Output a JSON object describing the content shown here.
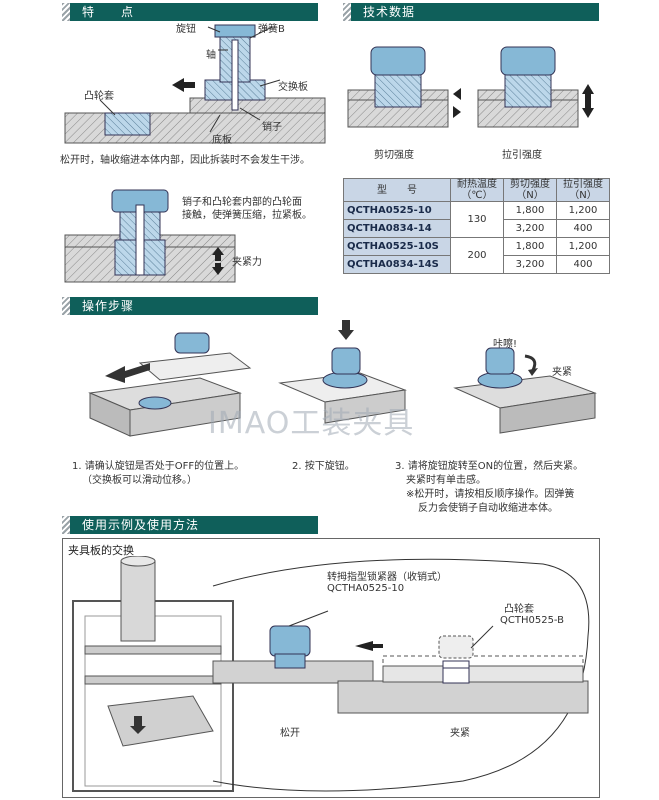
{
  "sections": {
    "features": "特　　点",
    "tech_data": "技术数据",
    "operation": "操作步骤",
    "usage": "使用示例及使用方法"
  },
  "features": {
    "labels": {
      "knob": "旋钮",
      "spring": "弹簧B",
      "shaft": "轴",
      "exchange_plate": "交换板",
      "cam_sleeve": "凸轮套",
      "base_plate": "底板",
      "pin": "销子"
    },
    "note1": "松开时，轴收缩进本体内部，因此拆装时不会发生干涉。",
    "note2_line1": "销子和凸轮套内部的凸轮面",
    "note2_line2": "接触，使弹簧压缩，拉紧板。",
    "clamp_force": "夹紧力"
  },
  "tech": {
    "shear": "剪切强度",
    "tensile": "拉引强度",
    "table": {
      "headers": [
        "型　　号",
        "耐热温度\n（℃）",
        "剪切强度\n（N）",
        "拉引强度\n（N）"
      ],
      "rows": [
        {
          "model": "QCTHA0525-10",
          "temp": "130",
          "shear": "1,800",
          "tensile": "1,200"
        },
        {
          "model": "QCTHA0834-14",
          "temp": "",
          "shear": "3,200",
          "tensile": "400"
        },
        {
          "model": "QCTHA0525-10S",
          "temp": "200",
          "shear": "1,800",
          "tensile": "1,200"
        },
        {
          "model": "QCTHA0834-14S",
          "temp": "",
          "shear": "3,200",
          "tensile": "400"
        }
      ]
    }
  },
  "operation": {
    "click": "咔嚓!",
    "clamp": "夹紧",
    "step1_a": "1. 请确认旋钮是否处于OFF的位置上。",
    "step1_b": "（交换板可以滑动位移。）",
    "step2": "2. 按下旋钮。",
    "step3_a": "3. 请将旋钮旋转至ON的位置，然后夹紧。",
    "step3_b": "夹紧时有单击感。",
    "step3_c": "※松开时，请按相反顺序操作。因弹簧",
    "step3_d": "反力会使销子自动收缩进本体。"
  },
  "watermark": "IMAO工装夹具",
  "usage": {
    "box_title": "夹具板的交换",
    "product_name": "转拇指型锁紧器（收销式）",
    "product_model": "QCTHA0525-10",
    "cam_name": "凸轮套",
    "cam_model": "QCTH0525-B",
    "release": "松开",
    "clamp": "夹紧"
  },
  "colors": {
    "header": "#0f5f5a",
    "knob": "#86b8d6",
    "table_head": "#c9d6e6"
  }
}
